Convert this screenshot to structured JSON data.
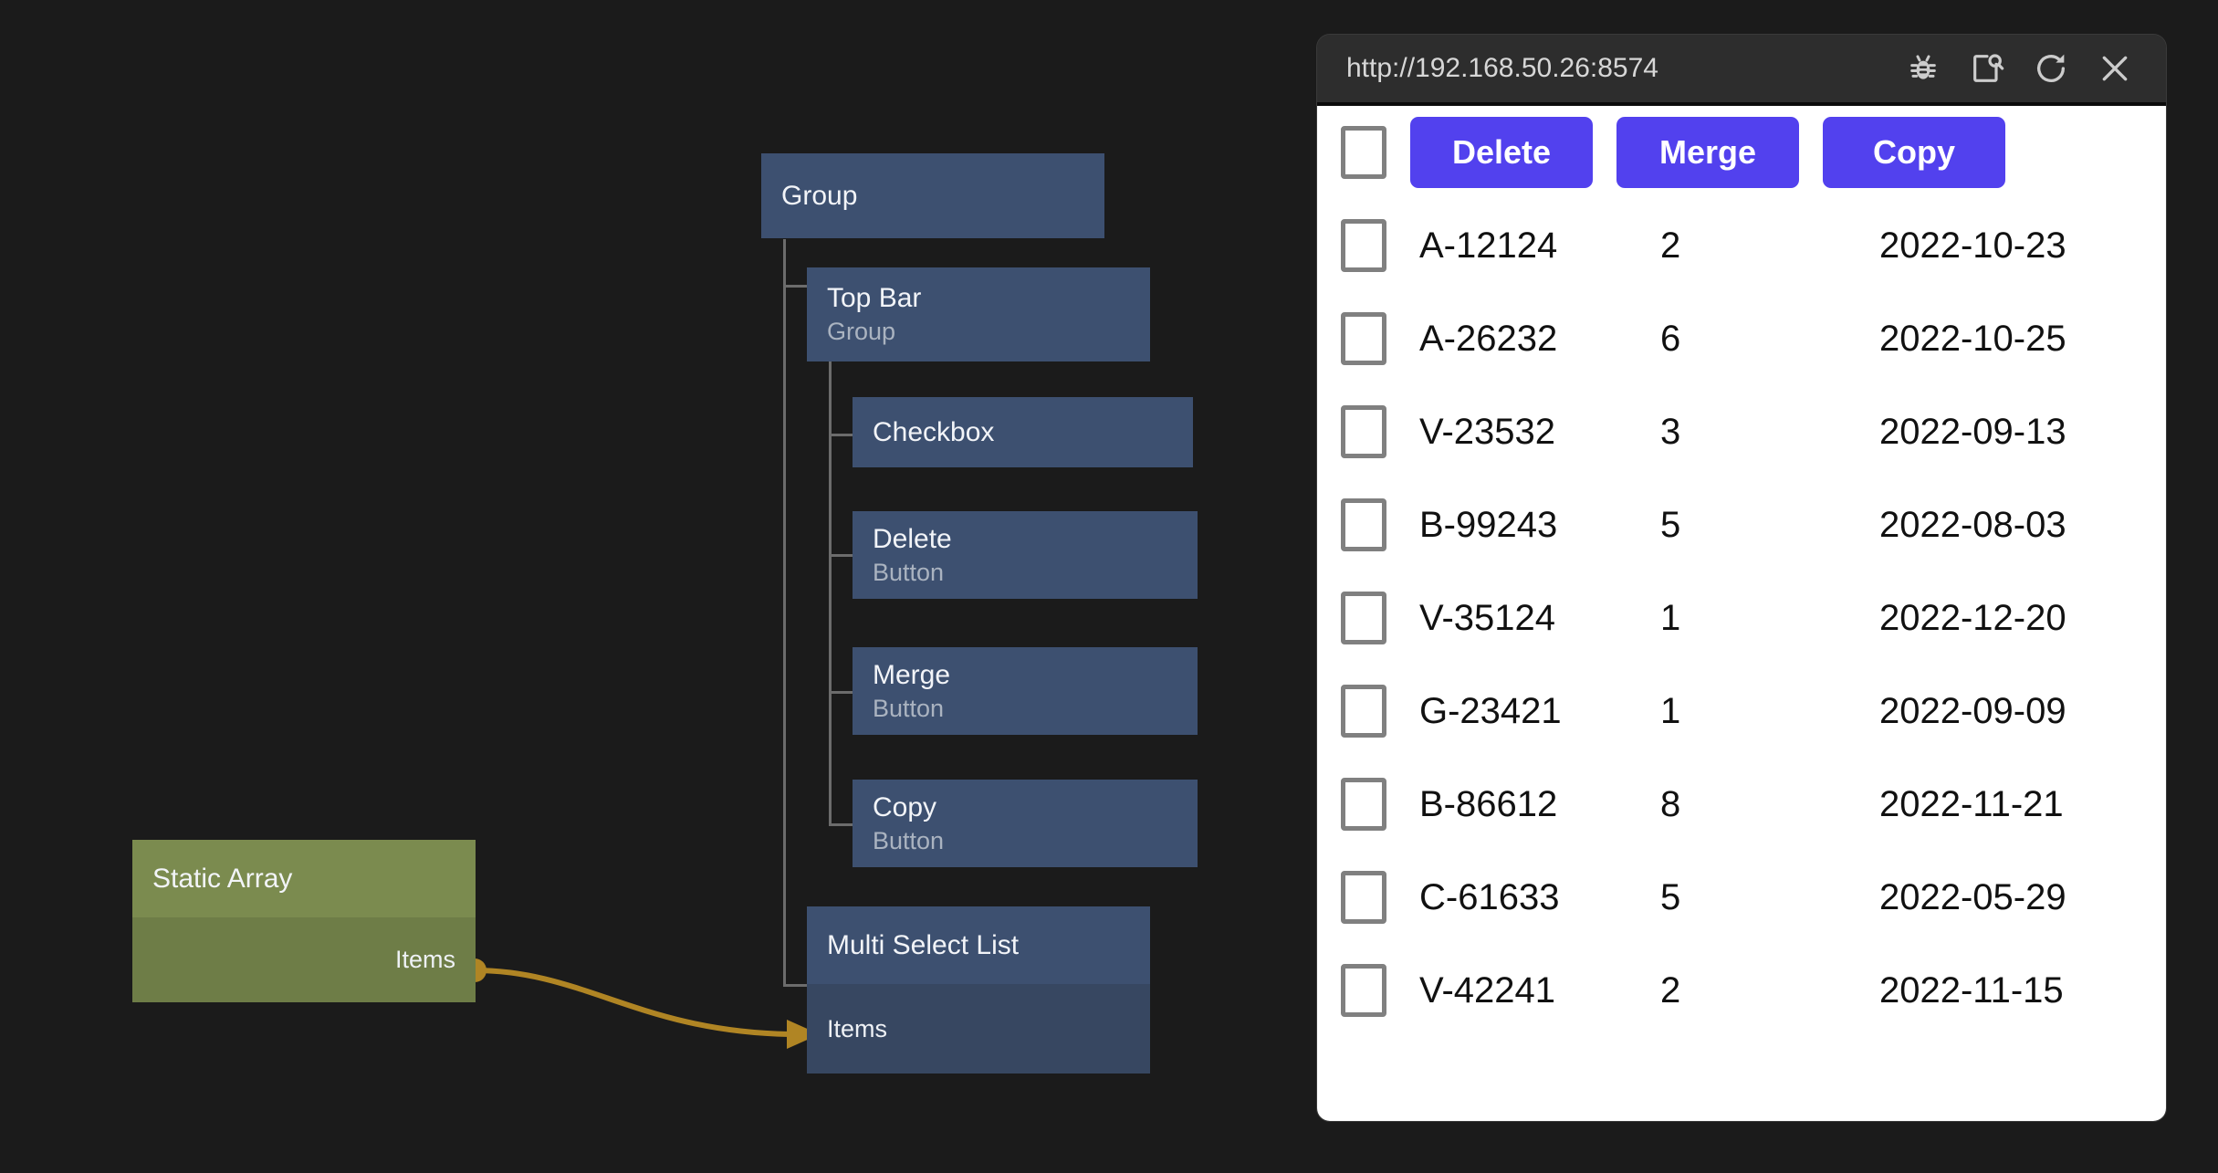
{
  "graph": {
    "nodes": [
      {
        "id": "group-root",
        "title": "Group",
        "subtitle": ""
      },
      {
        "id": "top-bar",
        "title": "Top Bar",
        "subtitle": "Group"
      },
      {
        "id": "checkbox",
        "title": "Checkbox",
        "subtitle": ""
      },
      {
        "id": "delete",
        "title": "Delete",
        "subtitle": "Button"
      },
      {
        "id": "merge",
        "title": "Merge",
        "subtitle": "Button"
      },
      {
        "id": "copy",
        "title": "Copy",
        "subtitle": "Button"
      },
      {
        "id": "multi-select-list",
        "title": "Multi Select List",
        "subtitle": "",
        "port_in": "Items"
      },
      {
        "id": "static-array",
        "title": "Static Array",
        "subtitle": "",
        "port_out": "Items"
      }
    ],
    "colors": {
      "node_blue": "#3d5070",
      "node_blue_port": "#374761",
      "node_green": "#7b8b4f",
      "node_green_port": "#6e7d47",
      "wire": "#b08524",
      "canvas": "#1b1b1b"
    }
  },
  "browser": {
    "url": "http://192.168.50.26:8574",
    "icons": [
      "bug-icon",
      "inspect-element-icon",
      "reload-icon",
      "close-icon"
    ],
    "page": {
      "toolbar": {
        "select_all_checked": false,
        "buttons": [
          "Delete",
          "Merge",
          "Copy"
        ],
        "button_color": "#5241ee"
      },
      "table": {
        "rows": [
          {
            "id": "A-12124",
            "qty": "2",
            "date": "2022-10-23",
            "checked": false
          },
          {
            "id": "A-26232",
            "qty": "6",
            "date": "2022-10-25",
            "checked": false
          },
          {
            "id": "V-23532",
            "qty": "3",
            "date": "2022-09-13",
            "checked": false
          },
          {
            "id": "B-99243",
            "qty": "5",
            "date": "2022-08-03",
            "checked": false
          },
          {
            "id": "V-35124",
            "qty": "1",
            "date": "2022-12-20",
            "checked": false
          },
          {
            "id": "G-23421",
            "qty": "1",
            "date": "2022-09-09",
            "checked": false
          },
          {
            "id": "B-86612",
            "qty": "8",
            "date": "2022-11-21",
            "checked": false
          },
          {
            "id": "C-61633",
            "qty": "5",
            "date": "2022-05-29",
            "checked": false
          },
          {
            "id": "V-42241",
            "qty": "2",
            "date": "2022-11-15",
            "checked": false
          }
        ]
      }
    }
  }
}
